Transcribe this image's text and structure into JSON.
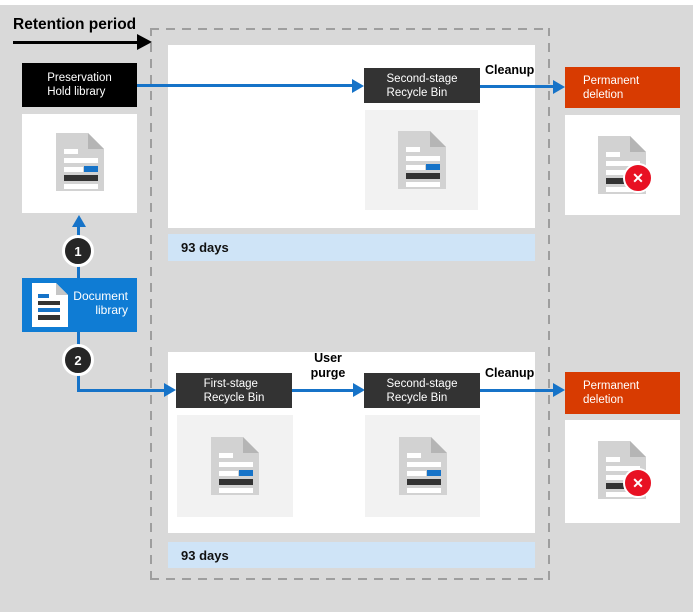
{
  "colors": {
    "background": "#d9d9d9",
    "panel_white": "#ffffff",
    "arrow_blue": "#1673c8",
    "library_blue": "#0f7cd4",
    "duration_bar_blue": "#cfe4f7",
    "recycle_box_dark": "#333333",
    "preservation_box_black": "#000000",
    "deletion_red": "#d83b01",
    "x_badge_red": "#e81123",
    "dash_gray": "#9e9e9e"
  },
  "header": {
    "retention_label": "Retention period"
  },
  "source": {
    "preservation_line1": "Preservation",
    "preservation_line2": "Hold library",
    "library_line1": "Document",
    "library_line2": "library",
    "step_one": "1",
    "step_two": "2"
  },
  "top_flow": {
    "recycle_line1": "Second-stage",
    "recycle_line2": "Recycle Bin",
    "cleanup_label": "Cleanup",
    "deletion_line1": "Permanent",
    "deletion_line2": "deletion",
    "duration": "93 days"
  },
  "bottom_flow": {
    "first_line1": "First-stage",
    "first_line2": "Recycle Bin",
    "purge_line1": "User",
    "purge_line2": "purge",
    "second_line1": "Second-stage",
    "second_line2": "Recycle Bin",
    "cleanup_label": "Cleanup",
    "deletion_line1": "Permanent",
    "deletion_line2": "deletion",
    "duration": "93 days"
  }
}
